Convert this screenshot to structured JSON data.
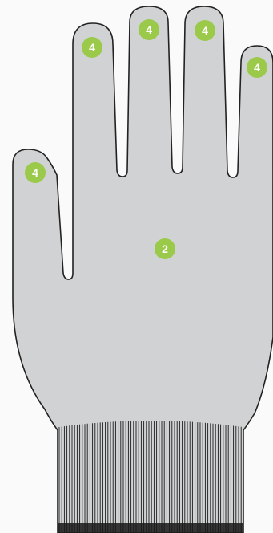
{
  "colors": {
    "background": "#fafafa",
    "glove_fill": "#d0d2d3",
    "outline": "#222222",
    "cuff_rib": "#1a1a1a",
    "badge": "#9bc94a",
    "badge_text": "#ffffff"
  },
  "badges": {
    "thumb": "4",
    "index": "4",
    "middle": "4",
    "ring": "4",
    "pinky": "4",
    "palm": "2"
  }
}
